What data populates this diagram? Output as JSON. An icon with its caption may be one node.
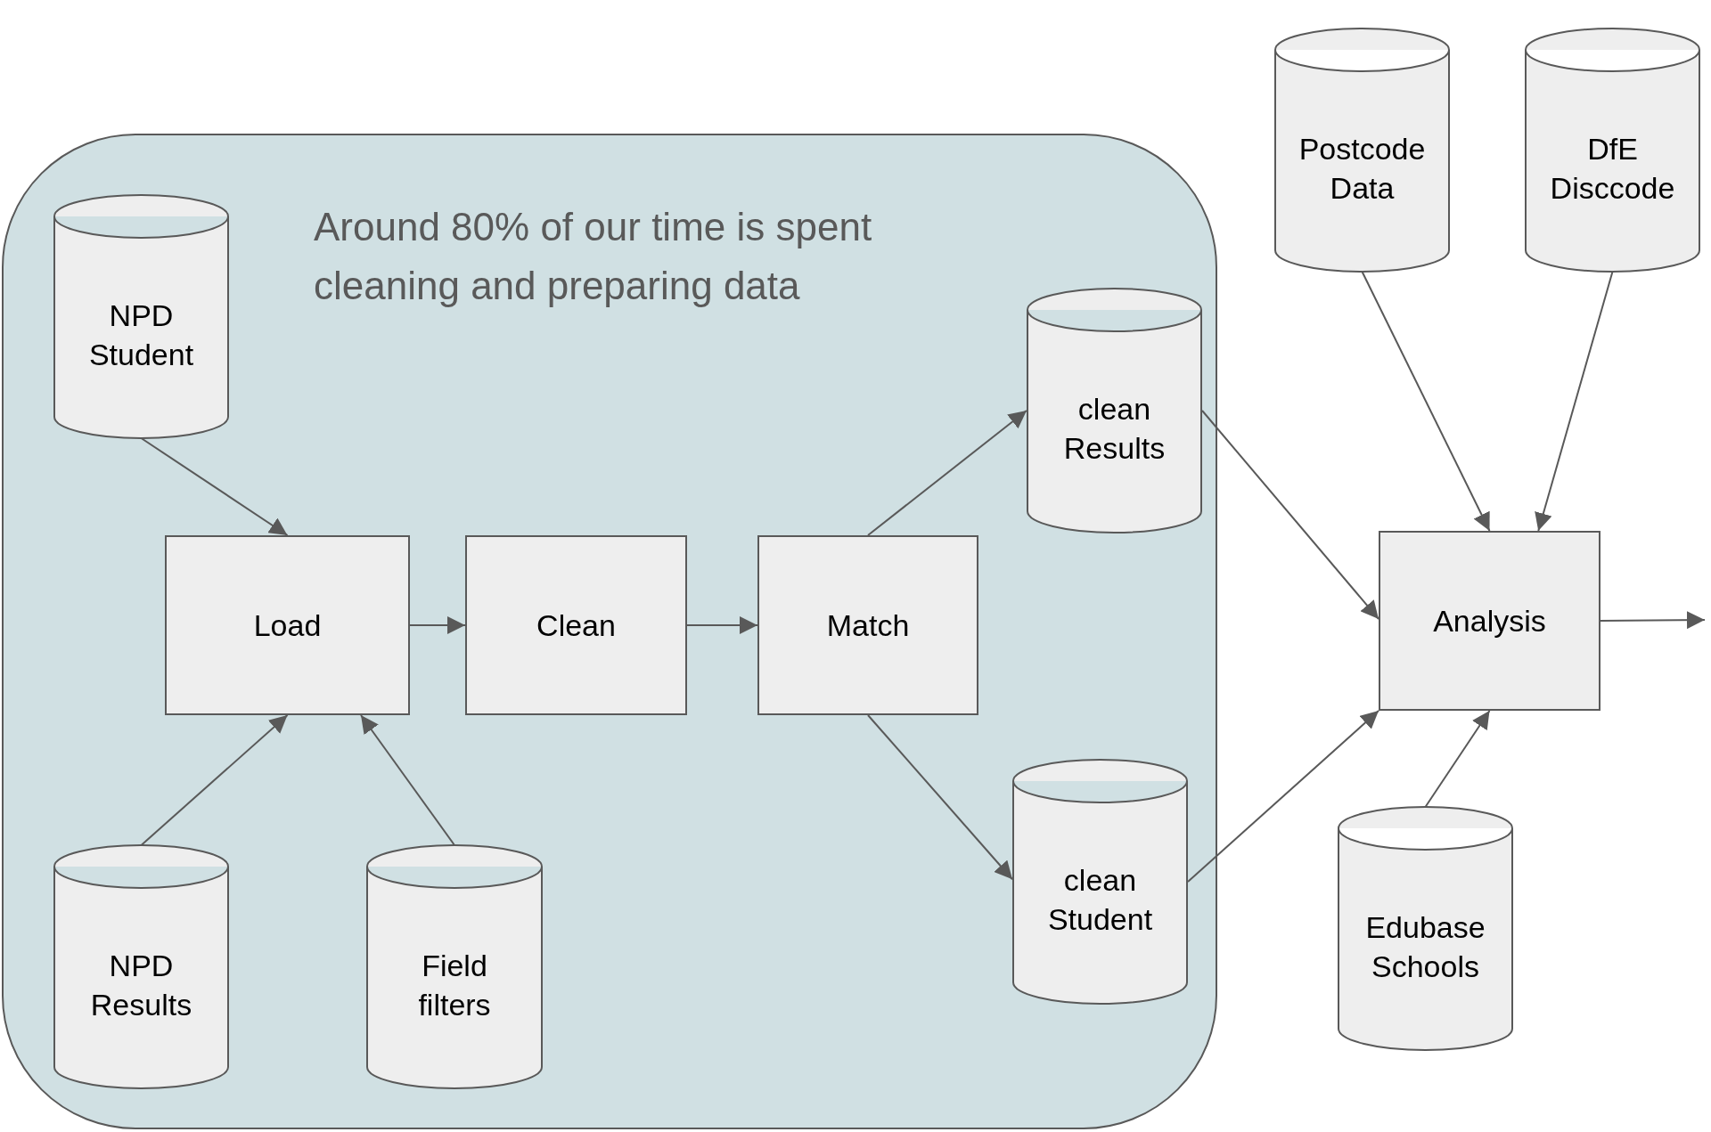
{
  "diagram": {
    "nodes": [
      {
        "text": [
          "Around 80% of our time is spent cleaning and preparing data"
        ]
      },
      {
        "text": [
          "NPD Student"
        ],
        "in": 0
      },
      {
        "text": [
          "Load"
        ],
        "in": 0
      },
      {
        "text": [
          "Clean"
        ],
        "in": 0
      },
      {
        "text": [
          "Match"
        ],
        "in": 0
      },
      {
        "text": [
          "clean Results"
        ],
        "in": 0
      },
      {
        "text": [
          "clean Student"
        ],
        "in": 0
      },
      {
        "text": [
          "NPD Results"
        ],
        "in": 0
      },
      {
        "text": [
          "Field filters"
        ],
        "in": 0
      },
      {
        "text": [
          "Postcode Data"
        ]
      },
      {
        "text": [
          "DfE Disccode"
        ]
      },
      {
        "text": [
          "Analysis"
        ]
      },
      {
        "text": [
          "Edubase Schools"
        ]
      }
    ],
    "edges": [
      {
        "from": 1,
        "to": 2,
        "arrow": "to"
      },
      {
        "from": 7,
        "to": 2,
        "arrow": "to"
      },
      {
        "from": 8,
        "to": 2,
        "arrow": "to"
      },
      {
        "from": 2,
        "to": 3,
        "arrow": "to"
      },
      {
        "from": 3,
        "to": 4,
        "arrow": "to"
      },
      {
        "from": 4,
        "to": 5,
        "arrow": "to"
      },
      {
        "from": 4,
        "to": 6,
        "arrow": "to"
      },
      {
        "from": 5,
        "to": 11,
        "arrow": "to"
      },
      {
        "from": 6,
        "to": 11,
        "arrow": "to"
      },
      {
        "from": 9,
        "to": 11,
        "arrow": "to"
      },
      {
        "from": 10,
        "to": 11,
        "arrow": "to"
      },
      {
        "from": 12,
        "to": 11,
        "arrow": "to"
      },
      {
        "from": 11,
        "to": null,
        "arrow": "to"
      }
    ]
  }
}
